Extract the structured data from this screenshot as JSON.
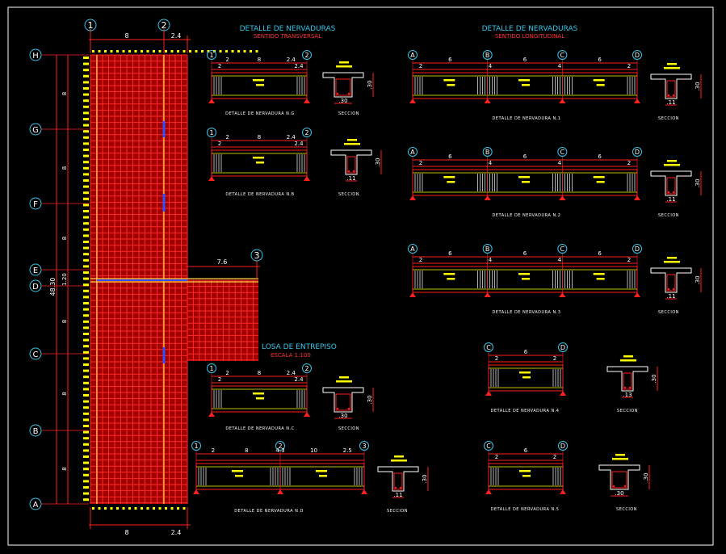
{
  "colors": {
    "background": "#000000",
    "frame": "#ffffff",
    "grid_red": "#ff0000",
    "slab_fill": "#b20000",
    "dim_red": "#ff2020",
    "text_white": "#ffffff",
    "text_cyan": "#36c5e8",
    "text_yellow": "#ffff00",
    "blue": "#3050ff"
  },
  "plan": {
    "axes_top": [
      "1",
      "2"
    ],
    "axis_right": "3",
    "axes_left": [
      "H",
      "G",
      "F",
      "E",
      "D",
      "C",
      "B",
      "A"
    ],
    "dim_top": [
      "8",
      "2.4"
    ],
    "dim_bottom": [
      "8",
      "2.4"
    ],
    "dim_wing": "7.6",
    "dim_left_spans": [
      "8",
      "8",
      "8",
      "1.20",
      "8",
      "8",
      "8"
    ],
    "dim_total": "48.30",
    "title": "LOSA DE ENTREPISO",
    "scale": "ESCALA 1:100"
  },
  "headers": {
    "transversal": {
      "title": "DETALLE DE NERVADURAS",
      "subtitle": "SENTIDO TRANSVERSAL"
    },
    "longitudinal": {
      "title": "DETALLE DE NERVADURAS",
      "subtitle": "SENTIDO LONGITUDINAL"
    }
  },
  "details": [
    {
      "caption": "DETALLE DE NERVADURA N.G",
      "axes": [
        "1",
        "2"
      ],
      "dims": [
        "2",
        "8",
        "2.4"
      ],
      "inner": [
        "2",
        "2.4"
      ]
    },
    {
      "caption": "DETALLE DE NERVADURA N.B",
      "axes": [
        "1",
        "2"
      ],
      "dims": [
        "2",
        "8",
        "2.4"
      ],
      "inner": [
        "2",
        "2.4"
      ]
    },
    {
      "caption": "DETALLE DE NERVADURA N.C",
      "axes": [
        "1",
        "2"
      ],
      "dims": [
        "2",
        "8",
        "2.4"
      ],
      "inner": [
        "2",
        "2.4"
      ]
    },
    {
      "caption": "DETALLE DE NERVADURA N.D",
      "axes": [
        "1",
        "2",
        "3"
      ],
      "dims": [
        "2",
        "8",
        "4.3",
        "10",
        "2.5"
      ],
      "inner": []
    },
    {
      "caption": "DETALLE DE NERVADURA N.1",
      "axes": [
        "A",
        "B",
        "C",
        "D"
      ],
      "dims": [
        "6",
        "6",
        "6"
      ],
      "inner": [
        "2",
        "4",
        "4",
        "2"
      ]
    },
    {
      "caption": "DETALLE DE NERVADURA N.2",
      "axes": [
        "A",
        "B",
        "C",
        "D"
      ],
      "dims": [
        "6",
        "6",
        "6"
      ],
      "inner": [
        "2",
        "4",
        "4",
        "2"
      ]
    },
    {
      "caption": "DETALLE DE NERVADURA N.3",
      "axes": [
        "A",
        "B",
        "C",
        "D"
      ],
      "dims": [
        "6",
        "6",
        "6"
      ],
      "inner": [
        "2",
        "4",
        "4",
        "2"
      ]
    },
    {
      "caption": "DETALLE DE NERVADURA N.4",
      "axes": [
        "C",
        "D"
      ],
      "dims": [
        "6"
      ],
      "inner": [
        "2",
        "2"
      ]
    },
    {
      "caption": "DETALLE DE NERVADURA N.5",
      "axes": [
        "C",
        "D"
      ],
      "dims": [
        "6"
      ],
      "inner": [
        "2",
        "2"
      ]
    }
  ],
  "sections": [
    {
      "caption": "SECCION",
      "width": ".30",
      "height": ".30"
    },
    {
      "caption": "SECCION",
      "width": ".11",
      "height": ".30"
    },
    {
      "caption": "SECCION",
      "width": ".30",
      "height": ".30"
    },
    {
      "caption": "SECCION",
      "width": ".11",
      "height": ".30"
    },
    {
      "caption": "SECCION",
      "width": ".11",
      "height": ".30"
    },
    {
      "caption": "SECCION",
      "width": ".11",
      "height": ".30"
    },
    {
      "caption": "SECCION",
      "width": ".11",
      "height": ".30"
    },
    {
      "caption": "SECCION",
      "width": ".13",
      "height": ".30"
    },
    {
      "caption": "SECCION",
      "width": ".30",
      "height": ".30"
    }
  ]
}
